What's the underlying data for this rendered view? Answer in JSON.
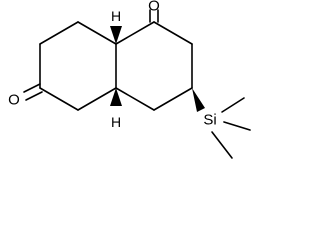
{
  "labels": {
    "oxygen_top": "O",
    "oxygen_left": "O",
    "hydrogen_top": "H",
    "hydrogen_bottom": "H",
    "silicon": "Si"
  },
  "colors": {
    "ink": "#000000",
    "background": "#ffffff"
  }
}
